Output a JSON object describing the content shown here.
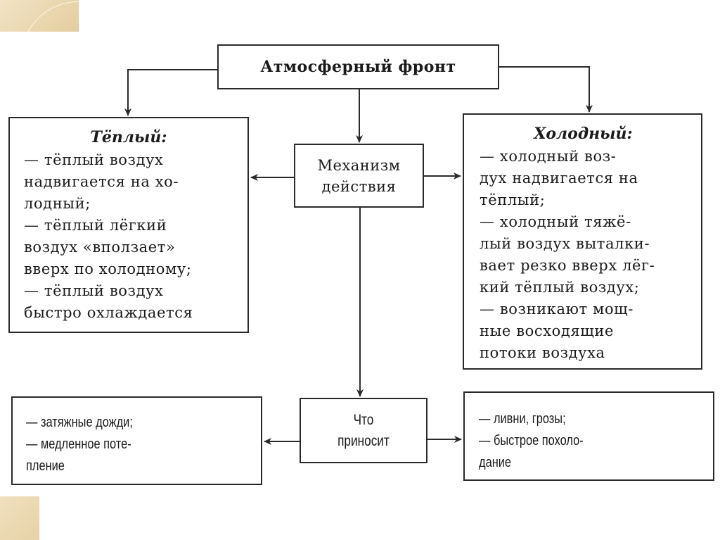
{
  "diagram": {
    "title": "Атмосферный фронт",
    "mechanism_label_lines": [
      "Механизм",
      "действия"
    ],
    "brings_label_lines": [
      "Что",
      "приносит"
    ],
    "warm_front": {
      "heading": "Тёплый:",
      "lines": [
        "— тёплый воздух",
        "надвигается на хо-",
        "лодный;",
        "— тёплый лёгкий",
        "воздух «вползает»",
        "вверх по холодному;",
        "— тёплый воздух",
        "быстро охлаждается"
      ]
    },
    "cold_front": {
      "heading": "Холодный:",
      "lines": [
        "— холодный воз-",
        "дух надвигается на",
        "тёплый;",
        "— холодный тяжё-",
        "лый воздух выталки-",
        "вает резко вверх лёг-",
        "кий тёплый воздух;",
        "— возникают мощ-",
        "ные восходящие",
        "потоки воздуха"
      ]
    },
    "warm_effects": {
      "lines": [
        "— затяжные дожди;",
        "— медленное поте-",
        "пление"
      ]
    },
    "cold_effects": {
      "lines": [
        "— ливни, грозы;",
        "— быстрое похоло-",
        "дание"
      ]
    },
    "colors": {
      "line": "#2a2a2a",
      "background": "#ffffff",
      "decoration": "#ead6ae"
    }
  }
}
